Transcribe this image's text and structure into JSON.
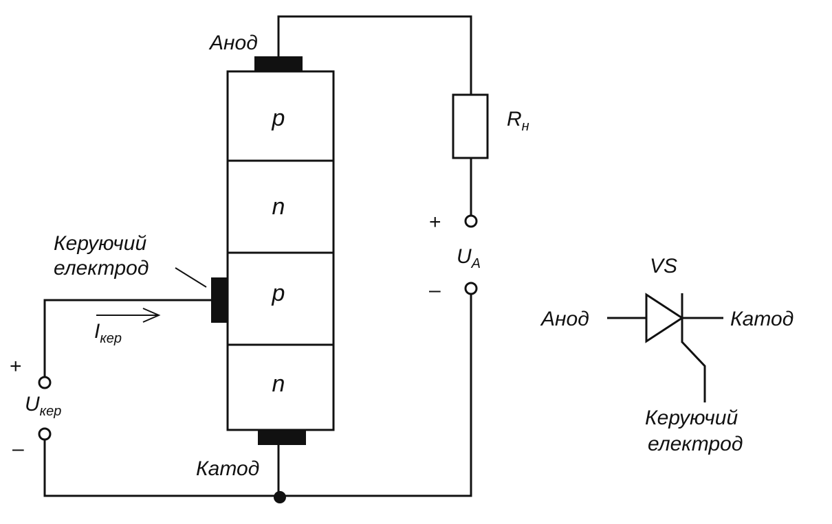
{
  "structure": {
    "anode_label": "Анод",
    "cathode_label": "Катод",
    "gate_label_line1": "Керуючий",
    "gate_label_line2": "електрод",
    "layers": [
      "p",
      "n",
      "p",
      "n"
    ]
  },
  "load": {
    "symbol": "R",
    "subscript": "н"
  },
  "anode_supply": {
    "symbol": "U",
    "subscript": "A",
    "plus": "+",
    "minus": "–"
  },
  "gate_supply": {
    "symbol": "U",
    "subscript": "кер",
    "plus": "+",
    "minus": "–"
  },
  "gate_current": {
    "symbol": "I",
    "subscript": "кер"
  },
  "symbol": {
    "designator": "VS",
    "anode_label": "Анод",
    "cathode_label": "Катод",
    "gate_label_line1": "Керуючий",
    "gate_label_line2": "електрод"
  }
}
